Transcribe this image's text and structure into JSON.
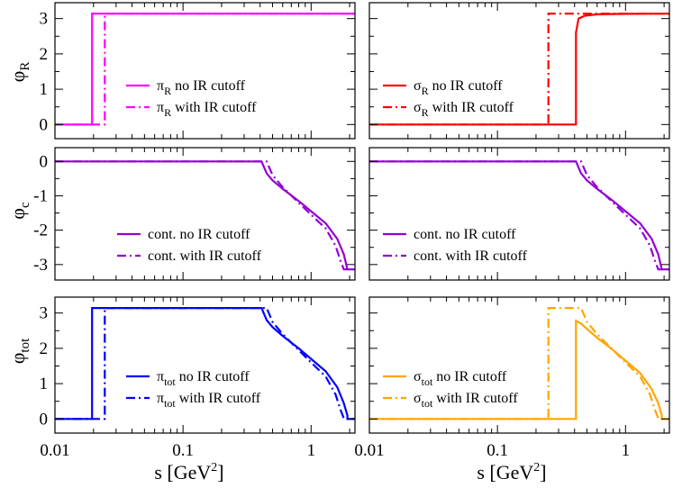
{
  "figure": {
    "x_axis_label_main": "s [GeV",
    "x_axis_label_sup": "2",
    "x_axis_label_end": "]",
    "row_labels": [
      {
        "main": "φ",
        "sub": "R"
      },
      {
        "main": "φ",
        "sub": "c"
      },
      {
        "main": "φ",
        "sub": "tot"
      }
    ]
  },
  "chart_data": [
    {
      "id": "panel-phiR-pi",
      "type": "line",
      "xscale": "log",
      "xlim": [
        0.01,
        2.2
      ],
      "ylim": [
        -0.4,
        3.45
      ],
      "yticks": [
        0,
        1,
        2,
        3
      ],
      "xticks": [
        {
          "v": 0.01,
          "label": "0.01"
        },
        {
          "v": 0.1,
          "label": "0.1"
        },
        {
          "v": 1,
          "label": "1"
        }
      ],
      "show_xtick_labels": false,
      "show_ytick_labels": true,
      "legend_position": "center",
      "series": [
        {
          "name": "no IR cutoff",
          "sym": "π",
          "sub": "R",
          "color": "#ff00ff",
          "dash": "solid",
          "x": [
            0.01,
            0.0195,
            0.0195,
            2.2
          ],
          "y": [
            0,
            0,
            3.1416,
            3.1416
          ]
        },
        {
          "name": "with IR cutoff",
          "sym": "π",
          "sub": "R",
          "color": "#ff00ff",
          "dash": "dashdot",
          "x": [
            0.01,
            0.0245,
            0.0245,
            2.2
          ],
          "y": [
            0,
            0,
            3.1416,
            3.1416
          ]
        }
      ]
    },
    {
      "id": "panel-phiR-sigma",
      "type": "line",
      "xscale": "log",
      "xlim": [
        0.01,
        2.2
      ],
      "ylim": [
        -0.4,
        3.45
      ],
      "yticks": [
        0,
        1,
        2,
        3
      ],
      "xticks": [
        {
          "v": 0.01,
          "label": "0.01"
        },
        {
          "v": 0.1,
          "label": "0.1"
        },
        {
          "v": 1,
          "label": "1"
        }
      ],
      "show_xtick_labels": false,
      "show_ytick_labels": false,
      "legend_position": "center-right",
      "series": [
        {
          "name": "no IR cutoff",
          "sym": "σ",
          "sub": "R",
          "color": "#ff0000",
          "dash": "solid",
          "x": [
            0.01,
            0.41,
            0.41,
            0.43,
            0.48,
            0.6,
            1.0,
            2.2
          ],
          "y": [
            0,
            0,
            2.6,
            3.0,
            3.08,
            3.12,
            3.135,
            3.14
          ]
        },
        {
          "name": "with IR cutoff",
          "sym": "σ",
          "sub": "R",
          "color": "#ff0000",
          "dash": "dashdot",
          "x": [
            0.01,
            0.25,
            0.25,
            2.2
          ],
          "y": [
            0,
            0,
            3.1416,
            3.1416
          ]
        }
      ]
    },
    {
      "id": "panel-phic-left",
      "type": "line",
      "xscale": "log",
      "xlim": [
        0.01,
        2.2
      ],
      "ylim": [
        -3.45,
        0.4
      ],
      "yticks": [
        0,
        -1,
        -2,
        -3
      ],
      "xticks": [
        {
          "v": 0.01,
          "label": "0.01"
        },
        {
          "v": 0.1,
          "label": "0.1"
        },
        {
          "v": 1,
          "label": "1"
        }
      ],
      "show_xtick_labels": false,
      "show_ytick_labels": true,
      "legend_position": "bottom-center",
      "series": [
        {
          "name": "cont. no IR cutoff",
          "sym": "",
          "sub": "",
          "color": "#9400d3",
          "dash": "solid",
          "x": [
            0.01,
            0.41,
            0.45,
            0.5,
            0.6,
            0.8,
            1.0,
            1.3,
            1.6,
            1.8,
            1.92,
            2.2
          ],
          "y": [
            0,
            0,
            -0.35,
            -0.55,
            -0.8,
            -1.15,
            -1.45,
            -1.8,
            -2.25,
            -2.7,
            -3.14,
            -3.14
          ]
        },
        {
          "name": "cont. with IR cutoff",
          "sym": "",
          "sub": "",
          "color": "#9400d3",
          "dash": "dashdot",
          "x": [
            0.01,
            0.45,
            0.5,
            0.6,
            0.8,
            1.0,
            1.3,
            1.55,
            1.7,
            1.8,
            2.2
          ],
          "y": [
            0,
            0,
            -0.4,
            -0.75,
            -1.2,
            -1.55,
            -1.95,
            -2.45,
            -2.9,
            -3.14,
            -3.14
          ]
        }
      ]
    },
    {
      "id": "panel-phic-right",
      "type": "line",
      "xscale": "log",
      "xlim": [
        0.01,
        2.2
      ],
      "ylim": [
        -3.45,
        0.4
      ],
      "yticks": [
        0,
        -1,
        -2,
        -3
      ],
      "xticks": [
        {
          "v": 0.01,
          "label": "0.01"
        },
        {
          "v": 0.1,
          "label": "0.1"
        },
        {
          "v": 1,
          "label": "1"
        }
      ],
      "show_xtick_labels": false,
      "show_ytick_labels": false,
      "legend_position": "bottom-left",
      "series": [
        {
          "name": "cont. no IR cutoff",
          "sym": "",
          "sub": "",
          "color": "#9400d3",
          "dash": "solid",
          "x": [
            0.01,
            0.41,
            0.45,
            0.5,
            0.6,
            0.8,
            1.0,
            1.3,
            1.6,
            1.8,
            1.92,
            2.2
          ],
          "y": [
            0,
            0,
            -0.35,
            -0.55,
            -0.8,
            -1.15,
            -1.45,
            -1.8,
            -2.25,
            -2.7,
            -3.14,
            -3.14
          ]
        },
        {
          "name": "cont. with IR cutoff",
          "sym": "",
          "sub": "",
          "color": "#9400d3",
          "dash": "dashdot",
          "x": [
            0.01,
            0.45,
            0.5,
            0.6,
            0.8,
            1.0,
            1.3,
            1.55,
            1.7,
            1.8,
            2.2
          ],
          "y": [
            0,
            0,
            -0.4,
            -0.75,
            -1.2,
            -1.55,
            -1.95,
            -2.45,
            -2.9,
            -3.14,
            -3.14
          ]
        }
      ]
    },
    {
      "id": "panel-phitot-pi",
      "type": "line",
      "xscale": "log",
      "xlim": [
        0.01,
        2.2
      ],
      "ylim": [
        -0.4,
        3.45
      ],
      "yticks": [
        0,
        1,
        2,
        3
      ],
      "xticks": [
        {
          "v": 0.01,
          "label": "0.01"
        },
        {
          "v": 0.1,
          "label": "0.1"
        },
        {
          "v": 1,
          "label": "1"
        }
      ],
      "show_xtick_labels": true,
      "show_ytick_labels": true,
      "legend_position": "center",
      "series": [
        {
          "name": "no IR cutoff",
          "sym": "π",
          "sub": "tot",
          "color": "#0000ff",
          "dash": "solid",
          "x": [
            0.01,
            0.0195,
            0.0195,
            0.41,
            0.45,
            0.5,
            0.6,
            0.8,
            1.0,
            1.3,
            1.6,
            1.8,
            1.92,
            1.92,
            2.2
          ],
          "y": [
            0,
            0,
            3.1416,
            3.1416,
            2.8,
            2.6,
            2.35,
            2.0,
            1.7,
            1.35,
            0.9,
            0.45,
            0.1,
            0,
            0
          ]
        },
        {
          "name": "with IR cutoff",
          "sym": "π",
          "sub": "tot",
          "color": "#0000ff",
          "dash": "dashdot",
          "x": [
            0.01,
            0.0245,
            0.0245,
            0.45,
            0.5,
            0.6,
            0.8,
            1.0,
            1.3,
            1.55,
            1.7,
            1.8,
            1.8,
            2.2
          ],
          "y": [
            0,
            0,
            3.1416,
            3.1416,
            2.75,
            2.4,
            1.95,
            1.6,
            1.2,
            0.7,
            0.25,
            0.02,
            0,
            0
          ]
        }
      ]
    },
    {
      "id": "panel-phitot-sigma",
      "type": "line",
      "xscale": "log",
      "xlim": [
        0.01,
        2.2
      ],
      "ylim": [
        -0.4,
        3.45
      ],
      "yticks": [
        0,
        1,
        2,
        3
      ],
      "xticks": [
        {
          "v": 0.01,
          "label": "0.01"
        },
        {
          "v": 0.1,
          "label": "0.1"
        },
        {
          "v": 1,
          "label": "1"
        }
      ],
      "show_xtick_labels": true,
      "show_ytick_labels": false,
      "legend_position": "center-left",
      "series": [
        {
          "name": "no IR cutoff",
          "sym": "σ",
          "sub": "tot",
          "color": "#ffa500",
          "dash": "solid",
          "x": [
            0.01,
            0.41,
            0.41,
            0.45,
            0.5,
            0.6,
            0.8,
            1.0,
            1.3,
            1.6,
            1.8,
            1.92,
            1.92,
            2.2
          ],
          "y": [
            0,
            0,
            2.78,
            2.7,
            2.55,
            2.3,
            1.95,
            1.65,
            1.3,
            0.85,
            0.45,
            0.1,
            0,
            0
          ]
        },
        {
          "name": "with IR cutoff",
          "sym": "σ",
          "sub": "tot",
          "color": "#ffa500",
          "dash": "dashdot",
          "x": [
            0.01,
            0.25,
            0.25,
            0.45,
            0.5,
            0.6,
            0.8,
            1.0,
            1.3,
            1.55,
            1.7,
            1.8,
            1.8,
            2.2
          ],
          "y": [
            0,
            0,
            3.1416,
            3.1416,
            2.75,
            2.4,
            1.95,
            1.6,
            1.2,
            0.7,
            0.25,
            0.02,
            0,
            0
          ]
        }
      ]
    }
  ]
}
